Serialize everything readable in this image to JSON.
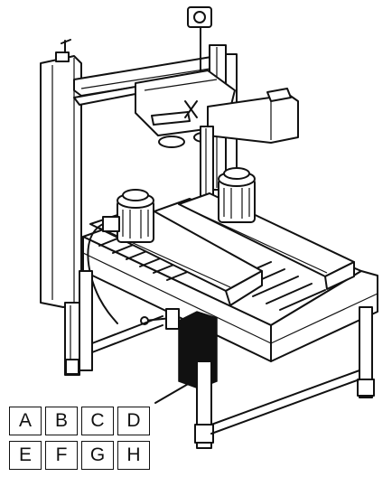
{
  "keys": [
    "A",
    "B",
    "C",
    "D",
    "E",
    "F",
    "G",
    "H"
  ],
  "colors": {
    "line": "#111111",
    "background": "#ffffff",
    "control_box": "#111111"
  }
}
